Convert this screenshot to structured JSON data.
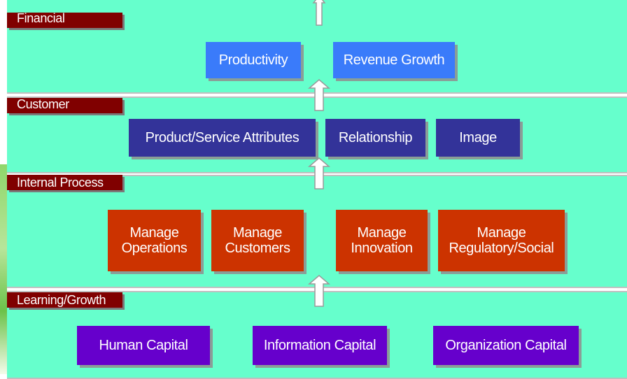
{
  "perspectives": {
    "financial": {
      "label": "Financial",
      "items": [
        "Productivity",
        "Revenue Growth"
      ]
    },
    "customer": {
      "label": "Customer",
      "items": [
        "Product/Service Attributes",
        "Relationship",
        "Image"
      ]
    },
    "internal_process": {
      "label": "Internal Process",
      "items": [
        "Manage\nOperations",
        "Manage\nCustomers",
        "Manage\nInnovation",
        "Manage\nRegulatory/Social"
      ]
    },
    "learning_growth": {
      "label": "Learning/Growth",
      "items": [
        "Human  Capital",
        "Information  Capital",
        "Organization  Capital"
      ]
    }
  },
  "colors": {
    "band": "#66ffcc",
    "tab": "#800000",
    "financial_box": "#3a7bfa",
    "customer_box": "#333399",
    "internal_box": "#cc3300",
    "learning_box": "#6600cc"
  }
}
